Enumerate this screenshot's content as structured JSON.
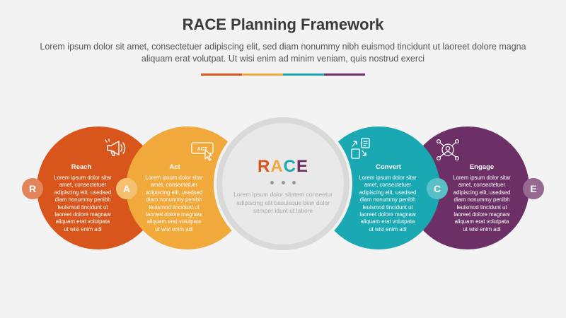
{
  "title": "RACE Planning Framework",
  "subtitle": "Lorem ipsum dolor sit amet, consectetuer adipiscing elit, sed diam nonummy nibh euismod tincidunt ut laoreet dolore magna aliquam erat volutpat. Ut wisi enim ad minim veniam, quis nostrud exerci",
  "colors": {
    "reach": "#d8561c",
    "act": "#f2a93b",
    "convert": "#1aa8b3",
    "engage": "#6c3067",
    "center_ring": "#d9d9d9",
    "center_fill": "#e9e9e9",
    "background": "#f3f3f3"
  },
  "color_bar": [
    "#d8561c",
    "#f2a93b",
    "#1aa8b3",
    "#6c3067"
  ],
  "center": {
    "word_letters": [
      {
        "letter": "R",
        "color": "#d8561c"
      },
      {
        "letter": "A",
        "color": "#f2a93b"
      },
      {
        "letter": "C",
        "color": "#1aa8b3"
      },
      {
        "letter": "E",
        "color": "#6c3067"
      }
    ],
    "text": "Lorem ipsum dolor sitatem conseetur adipiscing elit besuisque bian dolor semper idunt ut labore"
  },
  "steps": [
    {
      "key": "reach",
      "letter": "R",
      "heading": "Reach",
      "icon": "megaphone-icon",
      "text": "Lorem ipsum dolor sitar amet, consectetuer adipiscing elit, usedsed diam nonummy penibh leuismod tincidunt ut laoreet dolore magnaw aliquam erat volutpata ut wisi enim adi"
    },
    {
      "key": "act",
      "letter": "A",
      "heading": "Act",
      "icon": "act-click-icon",
      "text": "Lorem ipsum dolor sitar amet, consectetuer adipiscing elit, usedsed diam nonummy penibh leuismod tincidunt ut laoreet dolore magnaw aliquam erat volutpata ut wisi enim adi"
    },
    {
      "key": "convert",
      "letter": "C",
      "heading": "Convert",
      "icon": "convert-docs-icon",
      "text": "Lorem ipsum dolor sitar amet, consectetuer adipiscing elit, usedsed diam nonummy penibh leuismod tincidunt ut laoreet dolore magnaw aliquam erat volutpata ut wisi enim adi"
    },
    {
      "key": "engage",
      "letter": "E",
      "heading": "Engage",
      "icon": "network-user-icon",
      "text": "Lorem ipsum dolor sitar amet, consectetuer adipiscing elit, usedsed diam nonummy penibh leuismod tincidunt ut laoreet dolore magnaw aliquam erat volutpata ut wisi enim adi"
    }
  ]
}
